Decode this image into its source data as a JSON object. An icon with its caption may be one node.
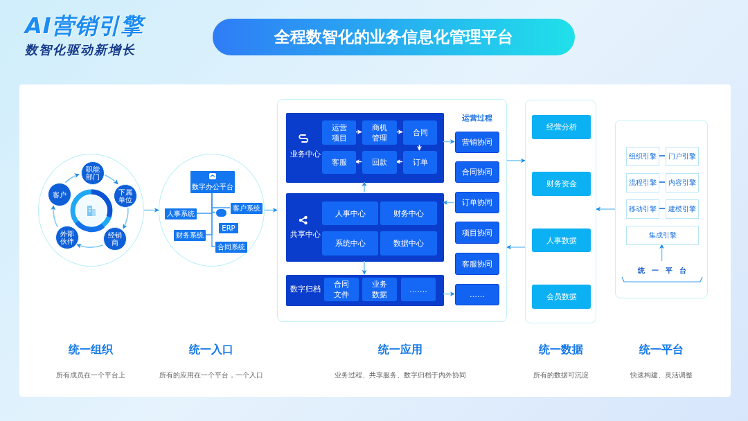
{
  "diagram": {
    "title": "全程数智化的业务信息化管理平台",
    "nodes": [
      {
        "text": [],
        "shape": "circle",
        "beside": [
          "统一组织",
          "所有成员在一个平台上"
        ]
      },
      {
        "text": [
          "职能部门"
        ],
        "in": 0
      },
      {
        "text": [
          "下属单位"
        ],
        "in": 0
      },
      {
        "text": [
          "经销商"
        ],
        "in": 0
      },
      {
        "text": [
          "外部伙伴"
        ],
        "in": 0
      },
      {
        "text": [
          "客户"
        ],
        "in": 0
      },
      {
        "text": [],
        "shape": "circle",
        "beside": [
          "统一入口",
          "所有的应用在一个平台，一个入口"
        ]
      },
      {
        "text": [
          "数字办公平台"
        ],
        "in": 6
      },
      {
        "text": [
          "人事系统"
        ],
        "in": 6
      },
      {
        "text": [
          "客户系统"
        ],
        "in": 6
      },
      {
        "text": [],
        "shape": "box",
        "in": 6
      },
      {
        "text": [
          "ERP"
        ],
        "in": 6
      },
      {
        "text": [
          "财务系统"
        ],
        "in": 6
      },
      {
        "text": [
          "合同系统"
        ],
        "in": 6
      },
      {
        "text": [],
        "shape": "box",
        "beside": [
          "统一应用",
          "业务过程、共享服务、数字归档于内外协同"
        ]
      },
      {
        "text": [
          "业务中心"
        ],
        "in": 14
      },
      {
        "text": [
          "运营项目"
        ],
        "in": 15
      },
      {
        "text": [
          "商机管理"
        ],
        "in": 15
      },
      {
        "text": [
          "合同"
        ],
        "in": 15
      },
      {
        "text": [
          "客服"
        ],
        "in": 15
      },
      {
        "text": [
          "回款"
        ],
        "in": 15
      },
      {
        "text": [
          "订单"
        ],
        "in": 15
      },
      {
        "text": [
          "共享中心"
        ],
        "in": 14
      },
      {
        "text": [
          "人事中心"
        ],
        "in": 22
      },
      {
        "text": [
          "财务中心"
        ],
        "in": 22
      },
      {
        "text": [
          "系统中心"
        ],
        "in": 22
      },
      {
        "text": [
          "数据中心"
        ],
        "in": 22
      },
      {
        "text": [
          "数字归档"
        ],
        "in": 14
      },
      {
        "text": [
          "合同文件"
        ],
        "in": 27
      },
      {
        "text": [
          "业务数据"
        ],
        "in": 27
      },
      {
        "text": [
          "……."
        ],
        "in": 27
      },
      {
        "text": [
          "营销协同"
        ],
        "in": 14
      },
      {
        "text": [
          "合同协同"
        ],
        "in": 14
      },
      {
        "text": [
          "订单协同"
        ],
        "in": 14
      },
      {
        "text": [
          "项目协同"
        ],
        "in": 14
      },
      {
        "text": [
          "客服协同"
        ],
        "in": 14
      },
      {
        "text": [
          "……"
        ],
        "in": 14
      },
      {
        "text": [],
        "shape": "box",
        "beside": [
          "统一数据",
          "所有的数据可沉淀"
        ]
      },
      {
        "text": [
          "经营分析"
        ],
        "in": 37
      },
      {
        "text": [
          "财务资金"
        ],
        "in": 37
      },
      {
        "text": [
          "人事数据"
        ],
        "in": 37
      },
      {
        "text": [
          "会员数据"
        ],
        "in": 37
      },
      {
        "text": [],
        "shape": "box",
        "beside": [
          "统一平台",
          "快速构建、灵活调整"
        ]
      },
      {
        "text": [
          "组织引擎"
        ],
        "in": 42
      },
      {
        "text": [
          "门户引擎"
        ],
        "in": 42
      },
      {
        "text": [
          "流程引擎"
        ],
        "in": 42
      },
      {
        "text": [
          "内容引擎"
        ],
        "in": 42
      },
      {
        "text": [
          "移动引擎"
        ],
        "in": 42
      },
      {
        "text": [
          "建模引擎"
        ],
        "in": 42
      },
      {
        "text": [
          "集成引擎"
        ],
        "in": 42
      },
      {
        "text": [
          "统一平台"
        ],
        "in": 42
      }
    ],
    "edges": [
      {
        "from": 1,
        "to": 2,
        "arrow": "to"
      },
      {
        "from": 2,
        "to": 3,
        "arrow": "to"
      },
      {
        "from": 3,
        "to": 4,
        "arrow": "to"
      },
      {
        "from": 4,
        "to": 5,
        "arrow": "to"
      },
      {
        "from": 5,
        "to": 1,
        "arrow": "to"
      },
      {
        "from": 0,
        "to": 6,
        "arrow": "to"
      },
      {
        "from": 7,
        "to": 9,
        "arrow": "none",
        "color": "#3f9af2"
      },
      {
        "from": 7,
        "to": 8,
        "arrow": "none",
        "color": "#3f9af2"
      },
      {
        "from": 7,
        "to": 10,
        "arrow": "none",
        "color": "#3f9af2"
      },
      {
        "from": 7,
        "to": 12,
        "arrow": "none",
        "color": "#3f9af2"
      },
      {
        "from": 7,
        "to": 13,
        "arrow": "none",
        "color": "#3f9af2"
      },
      {
        "from": 6,
        "to": 14,
        "arrow": "to"
      },
      {
        "from": 16,
        "to": 17,
        "arrow": "to",
        "color": "#ffffff"
      },
      {
        "from": 17,
        "to": 18,
        "arrow": "to",
        "color": "#ffffff"
      },
      {
        "from": 18,
        "to": 21,
        "arrow": "to",
        "color": "#ffffff"
      },
      {
        "from": 21,
        "to": 20,
        "arrow": "to",
        "color": "#ffffff"
      },
      {
        "from": 20,
        "to": 19,
        "arrow": "to",
        "color": "#ffffff"
      },
      {
        "from": 22,
        "to": 15,
        "arrow": "to"
      },
      {
        "from": 22,
        "to": 27,
        "arrow": "to"
      },
      {
        "from": 15,
        "to": 31,
        "arrow": "to"
      },
      {
        "from": 33,
        "to": 22,
        "arrow": "to"
      },
      {
        "from": 27,
        "to": 36,
        "arrow": "to"
      },
      {
        "from": 14,
        "to": 37,
        "arrow": "to"
      },
      {
        "from": 37,
        "to": 14,
        "arrow": "to"
      },
      {
        "from": 42,
        "to": 37,
        "arrow": "to"
      },
      {
        "from": 43,
        "to": 44,
        "arrow": "none",
        "color": "#1a6fe0"
      },
      {
        "from": 45,
        "to": 46,
        "arrow": "none",
        "color": "#1a6fe0"
      },
      {
        "from": 47,
        "to": 48,
        "arrow": "none",
        "color": "#1a6fe0"
      },
      {
        "from": 50,
        "to": 49,
        "arrow": "to"
      }
    ],
    "labels": [
      "AI营销引擎",
      "数智化驱动新增长",
      "运营过程"
    ]
  }
}
